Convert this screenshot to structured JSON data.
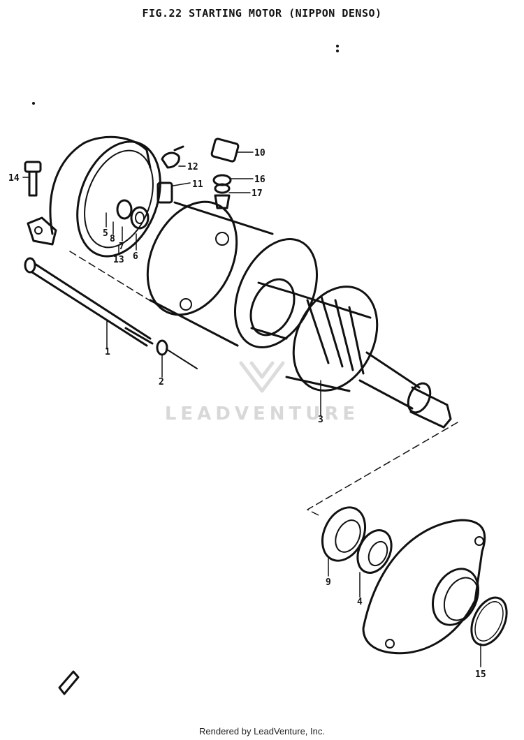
{
  "header": {
    "title": "FIG.22  STARTING MOTOR (NIPPON DENSO)"
  },
  "watermark": {
    "text": "LEADVENTURE"
  },
  "footer": {
    "text": "Rendered by LeadVenture, Inc."
  },
  "callouts": [
    "1",
    "2",
    "3",
    "4",
    "5",
    "6",
    "7",
    "8",
    "9",
    "10",
    "11",
    "12",
    "13",
    "14",
    "15",
    "16",
    "17"
  ]
}
